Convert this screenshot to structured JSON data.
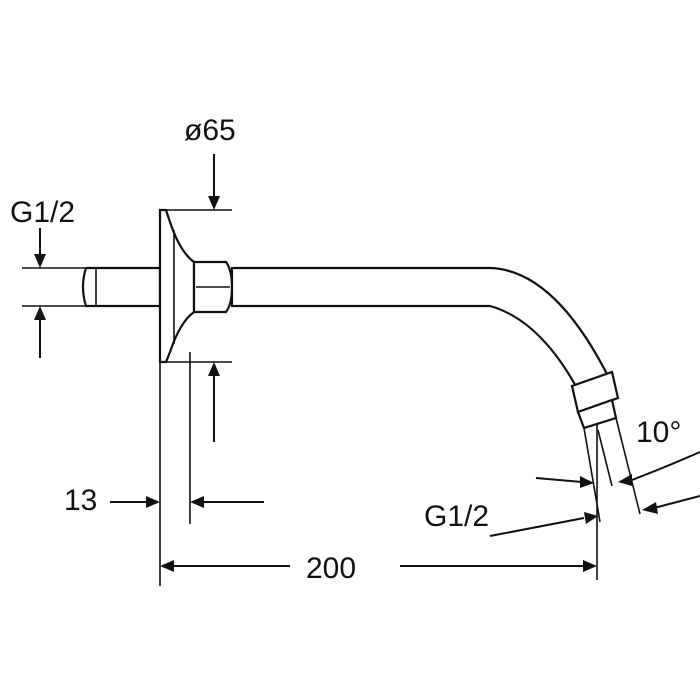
{
  "dimensions": {
    "flange_diameter": "ø65",
    "inlet_thread": "G1/2",
    "flange_offset": "13",
    "overall_length": "200",
    "outlet_thread": "G1/2",
    "outlet_angle": "10°"
  },
  "colors": {
    "line": "#111111",
    "background": "#ffffff"
  }
}
